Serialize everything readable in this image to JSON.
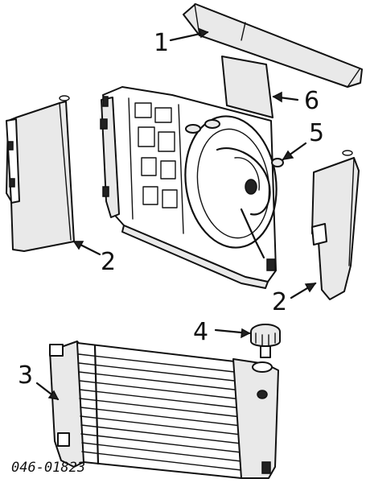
{
  "diagram": {
    "callouts": {
      "c1": "1",
      "c2_left": "2",
      "c2_right": "2",
      "c3": "3",
      "c4": "4",
      "c5": "5",
      "c6": "6"
    },
    "part_number": "046-01823"
  }
}
